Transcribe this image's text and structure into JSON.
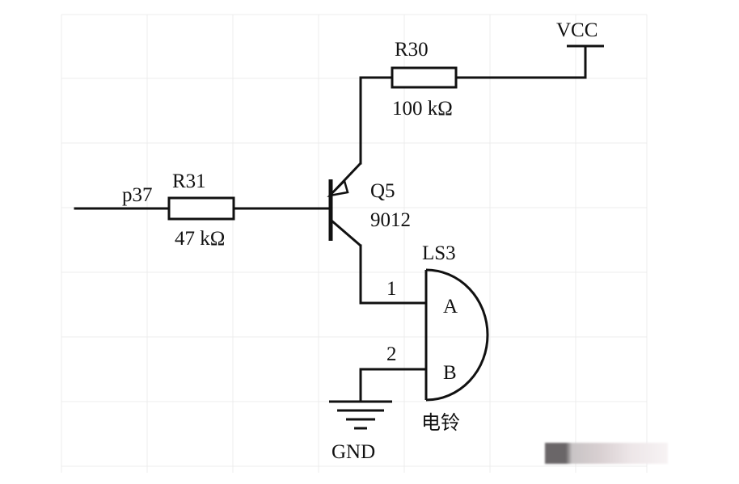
{
  "labels": {
    "vcc": "VCC",
    "r30_name": "R30",
    "r30_value": "100 kΩ",
    "p37": "p37",
    "r31_name": "R31",
    "r31_value": "47 kΩ",
    "q5_name": "Q5",
    "q5_part": "9012",
    "ls3_name": "LS3",
    "pin1": "1",
    "pin2": "2",
    "pin_a": "A",
    "pin_b": "B",
    "buzzer_caption": "电铃",
    "gnd": "GND"
  }
}
